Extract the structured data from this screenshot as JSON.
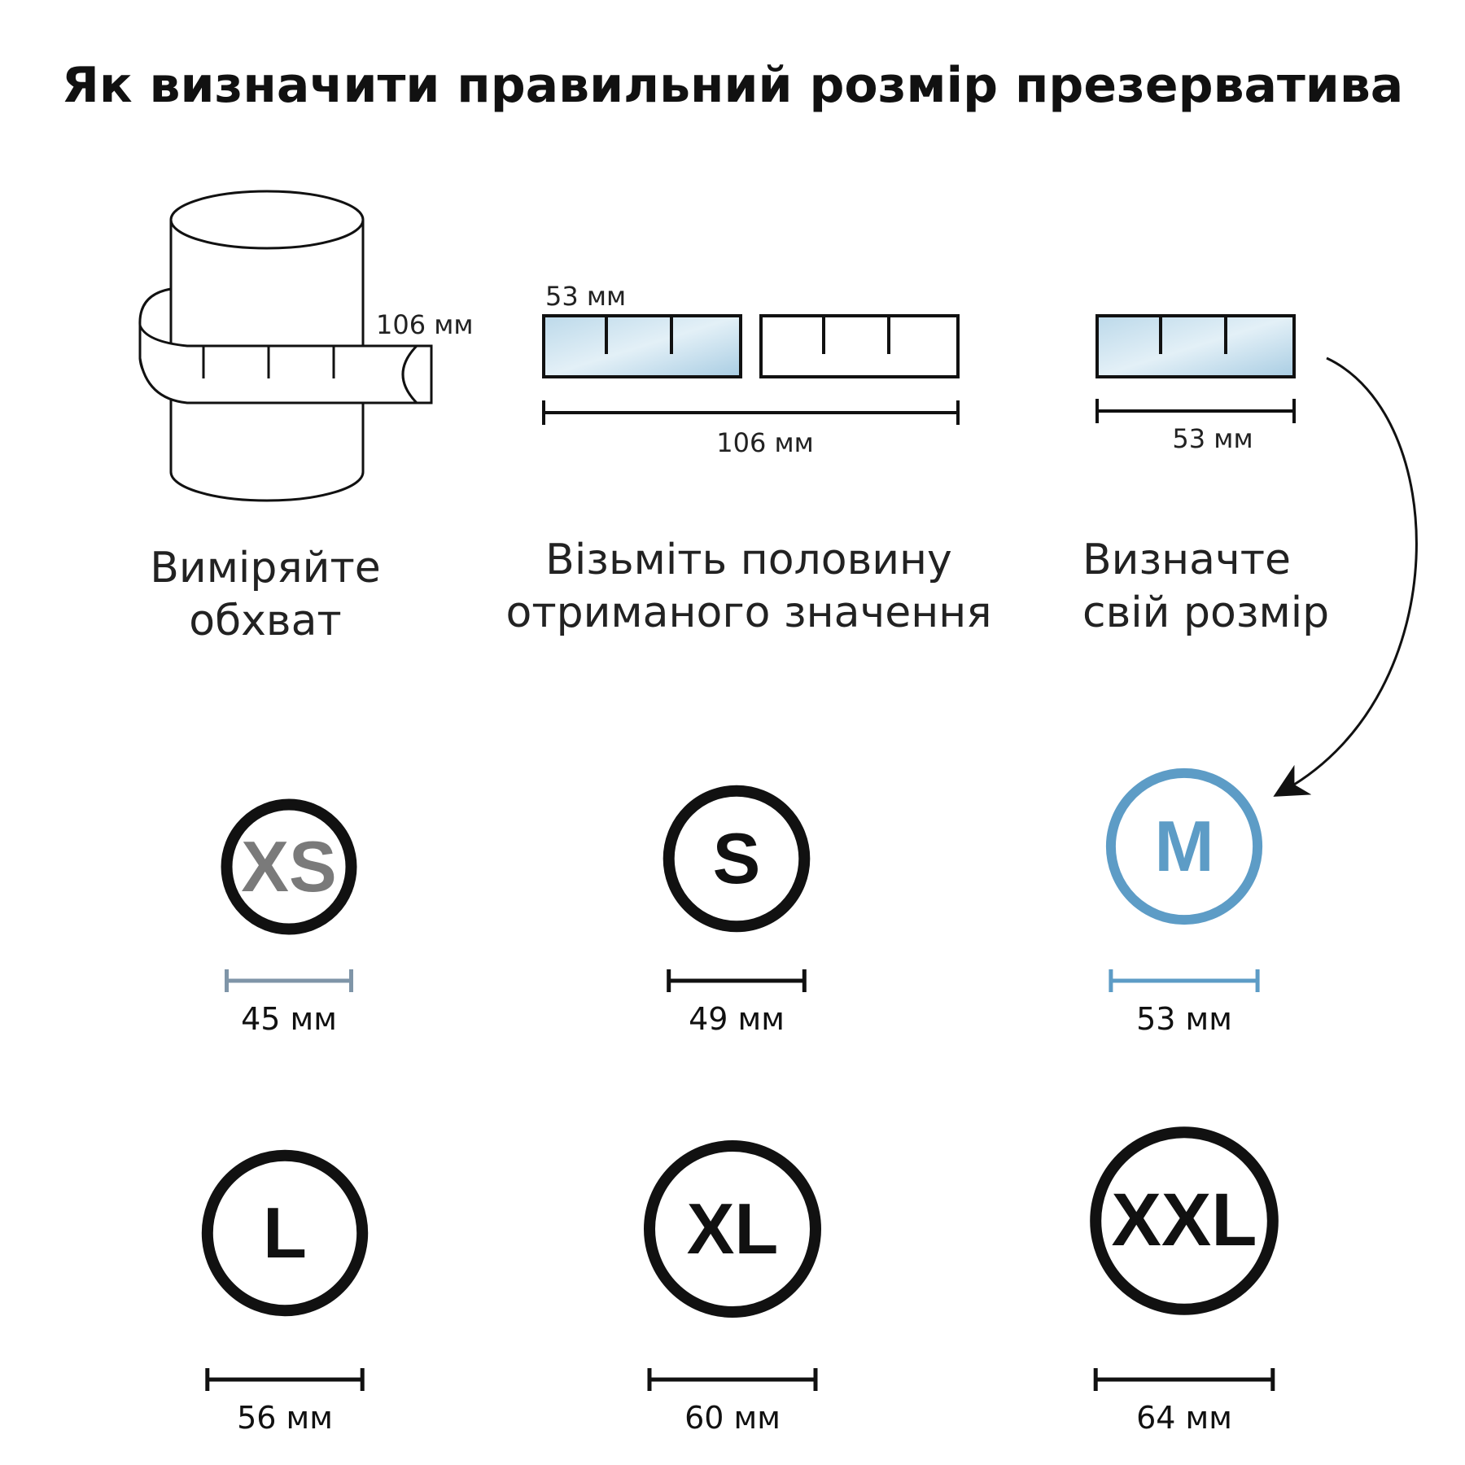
{
  "title": "Як визначити правильний розмір презерватива",
  "steps": [
    {
      "caption_lines": [
        "Виміряйте",
        "обхват"
      ],
      "value_label": "106 мм"
    },
    {
      "caption_lines": [
        "Візьміть половину",
        "отриманого значення"
      ],
      "half_label": "53 мм",
      "total_label": "106 мм"
    },
    {
      "caption_lines": [
        "Визначте",
        "свій розмір"
      ],
      "value_label": "53 мм"
    }
  ],
  "sizes": [
    {
      "label": "XS",
      "width_label": "45 мм",
      "width_mm": 45,
      "text_color": "#7a7a7a",
      "dim_color": "#7f95a8"
    },
    {
      "label": "S",
      "width_label": "49 мм",
      "width_mm": 49,
      "text_color": "#111111",
      "dim_color": "#111111"
    },
    {
      "label": "M",
      "width_label": "53 мм",
      "width_mm": 53,
      "text_color": "#5d9cc6",
      "dim_color": "#5d9cc6",
      "highlighted": true
    },
    {
      "label": "L",
      "width_label": "56 мм",
      "width_mm": 56,
      "text_color": "#111111",
      "dim_color": "#111111"
    },
    {
      "label": "XL",
      "width_label": "60 мм",
      "width_mm": 60,
      "text_color": "#111111",
      "dim_color": "#111111"
    },
    {
      "label": "XXL",
      "width_label": "64 мм",
      "width_mm": 64,
      "text_color": "#111111",
      "dim_color": "#111111"
    }
  ],
  "colors": {
    "accent_blue": "#5d9cc6",
    "ruler_fill": "#cfe3ef",
    "ink": "#111111"
  }
}
